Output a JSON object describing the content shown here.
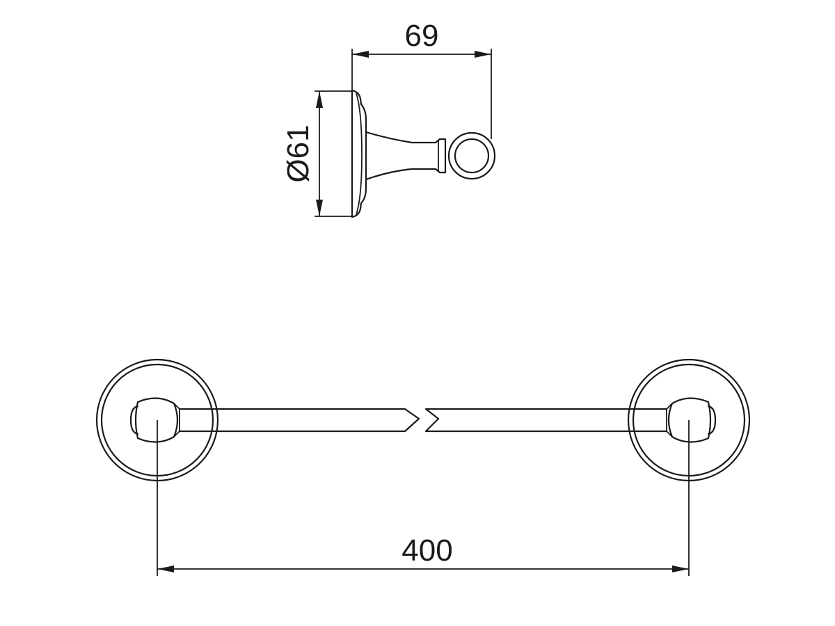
{
  "dimensions": {
    "projection": "69",
    "diameter": "Ø61",
    "length": "400"
  },
  "colors": {
    "ink": "#1a1a1a",
    "background": "#ffffff"
  }
}
